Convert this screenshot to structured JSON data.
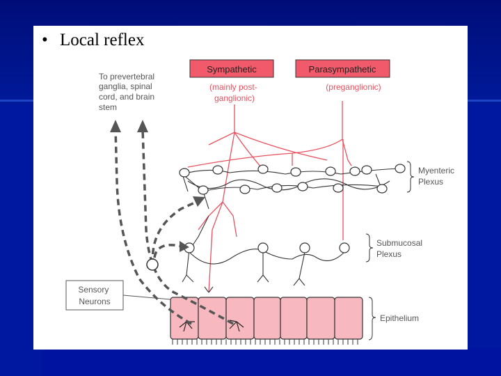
{
  "slide": {
    "bullet": "•",
    "title": "Local reflex"
  },
  "diagram": {
    "top_left_note": [
      "To prevertebral",
      "ganglia, spinal",
      "cord, and brain",
      "stem"
    ],
    "sympathetic": {
      "label": "Sympathetic",
      "sub": [
        "(mainly post-",
        "ganglionic)"
      ]
    },
    "parasympathetic": {
      "label": "Parasympathetic",
      "sub": [
        "(preganglionic)"
      ]
    },
    "myenteric": [
      "Myenteric",
      "Plexus"
    ],
    "submucosal": [
      "Submucosal",
      "Plexus"
    ],
    "epithelium": "Epithelium",
    "sensory": [
      "Sensory",
      "Neurons"
    ]
  },
  "colors": {
    "label_box": "#f05a6a",
    "fiber": "#e8505e",
    "epithelium_fill": "#f7b8c0",
    "line": "#333333",
    "note_text": "#555555"
  }
}
